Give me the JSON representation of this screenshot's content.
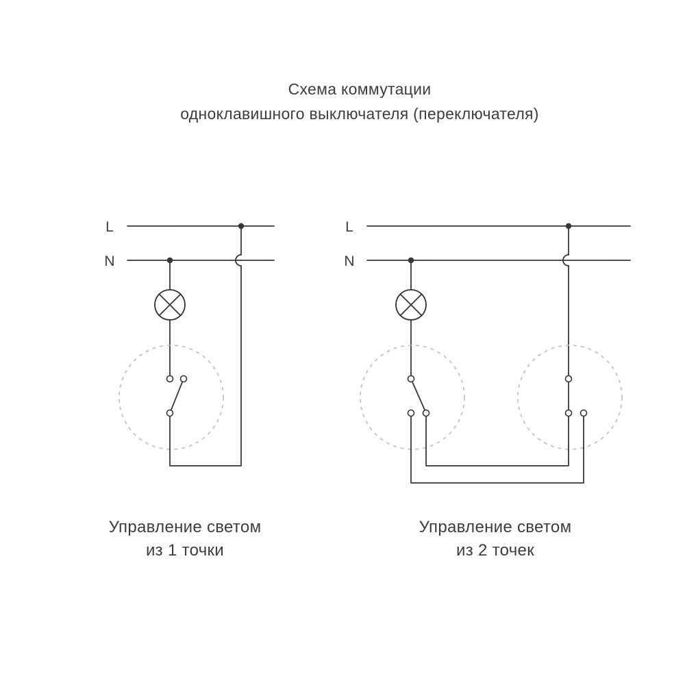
{
  "page": {
    "background_color": "#ffffff",
    "text_color": "#3d3d3d",
    "wire_color": "#363636",
    "switch_zone_color": "#bdbdbd"
  },
  "title": {
    "line1": "Схема коммутации",
    "line2": "одноклавишного выключателя (переключателя)"
  },
  "diagrams": {
    "left": {
      "l_label": "L",
      "n_label": "N",
      "caption_line1": "Управление светом",
      "caption_line2": "из 1 точки"
    },
    "right": {
      "l_label": "L",
      "n_label": "N",
      "caption_line1": "Управление светом",
      "caption_line2": "из 2 точек"
    }
  }
}
